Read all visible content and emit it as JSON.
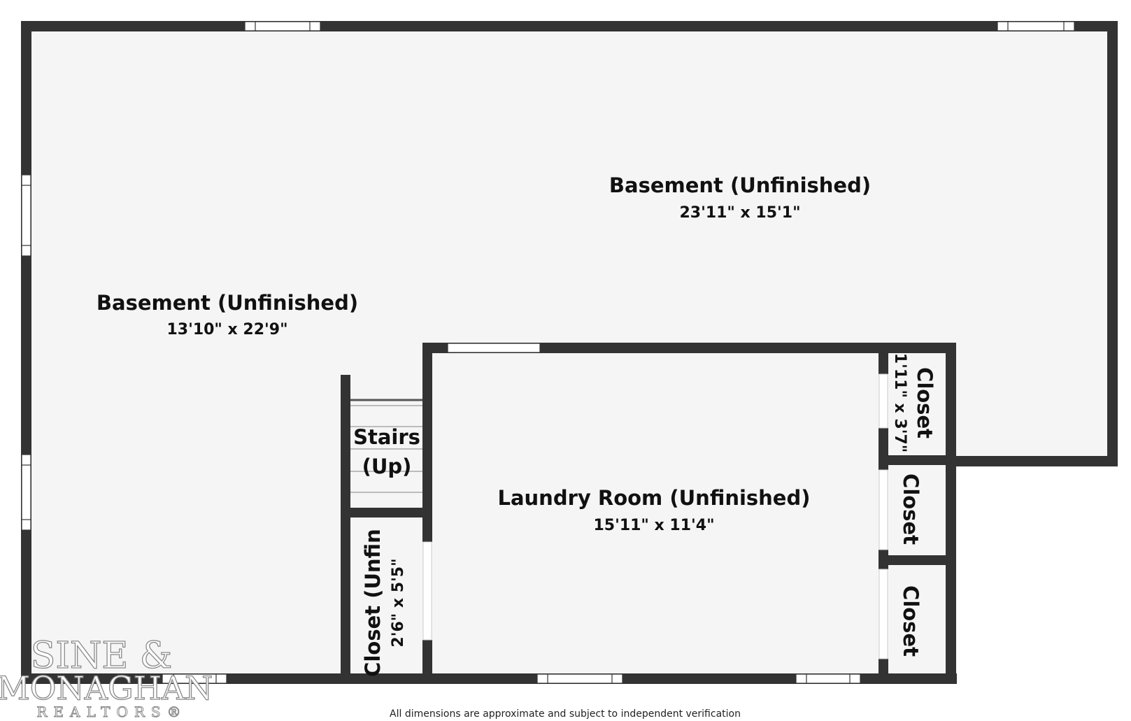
{
  "colors": {
    "wall": "#333333",
    "floor": "#f5f5f5",
    "window": "#ffffff",
    "stair_line": "#aaaaaa"
  },
  "rooms": {
    "basement_right": {
      "name": "Basement (Unfinished)",
      "dims": "23'11\" x 15'1\""
    },
    "basement_left": {
      "name": "Basement (Unfinished)",
      "dims": "13'10\" x 22'9\""
    },
    "laundry": {
      "name": "Laundry Room (Unfinished)",
      "dims": "15'11\" x 11'4\""
    },
    "stairs": {
      "line1": "Stairs",
      "line2": "(Up)"
    },
    "closet_unfin": {
      "name": "Closet (Unfin",
      "dims": "2'6\" x 5'5\""
    },
    "closet_top": {
      "name": "Closet",
      "dims": "1'11\" x 3'7\""
    },
    "closet_mid": {
      "name": "Closet"
    },
    "closet_bottom": {
      "name": "Closet"
    }
  },
  "logo": {
    "line1": "SINE &",
    "line2": "MONAGHAN",
    "line3": "REALTORS®"
  },
  "disclaimer": "All dimensions are approximate and subject to independent verification"
}
